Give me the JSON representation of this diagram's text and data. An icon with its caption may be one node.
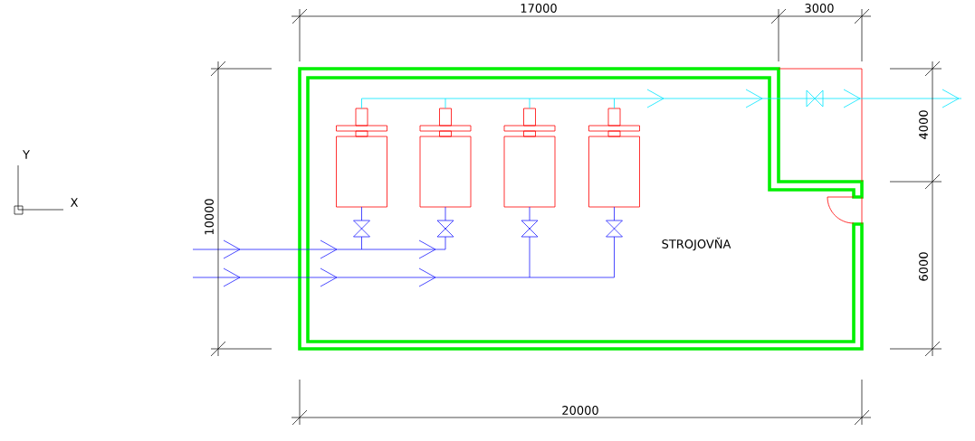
{
  "diagram": {
    "labels": [
      "17000",
      "3000",
      "Y",
      "4000",
      "X",
      "10000",
      "STROJOVŇA",
      "6000",
      "20000"
    ]
  }
}
